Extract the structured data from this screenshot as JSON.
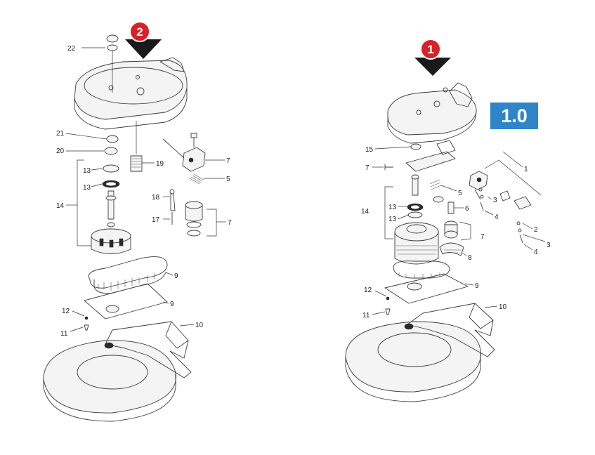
{
  "badge": {
    "text": "1.0",
    "color": "#2e86c9"
  },
  "steps": [
    {
      "id": "left",
      "number": "2",
      "color": "#d8222a"
    },
    {
      "id": "right",
      "number": "1",
      "color": "#d8222a"
    }
  ],
  "left_callouts": {
    "c22": "22",
    "c21": "21",
    "c20": "20",
    "c13a": "13",
    "c13b": "13",
    "c14": "14",
    "c19": "19",
    "c7a": "7",
    "c5": "5",
    "c18": "18",
    "c17": "17",
    "c7b": "7",
    "c9a": "9",
    "c9b": "9",
    "c12": "12",
    "c11": "11",
    "c10": "10"
  },
  "right_callouts": {
    "c15": "15",
    "c7a": "7",
    "c1": "1",
    "c14": "14",
    "c13a": "13",
    "c13b": "13",
    "c5": "5",
    "c6": "6",
    "c3a": "3",
    "c4a": "4",
    "c7b": "7",
    "c2": "2",
    "c3b": "3",
    "c4b": "4",
    "c8": "8",
    "c9": "9",
    "c12": "12",
    "c11": "11",
    "c10": "10"
  }
}
